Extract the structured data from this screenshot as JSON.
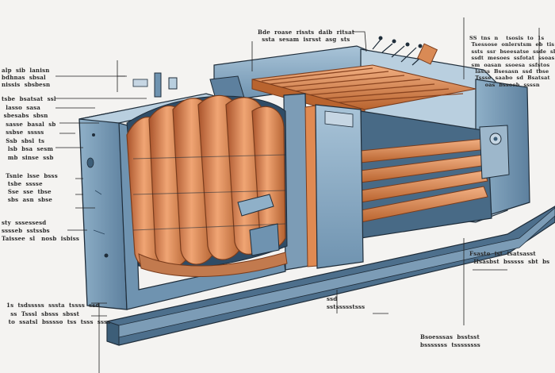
{
  "diagram": {
    "subject": "cutaway illustration of an electrical transformer / inductor assembly",
    "colors": {
      "background": "#f4f3f1",
      "housing_blue": "#8fb0c8",
      "housing_dark": "#3d5e78",
      "copper": "#d98a55",
      "copper_dark": "#9b4e28",
      "outline": "#1f2d3a"
    },
    "callouts": [
      {
        "id": "top-center",
        "text": "Bde  roase  rissts  daib  ritsat\n  ssta  sesam  isrsst  asg  sts"
      },
      {
        "id": "top-right",
        "text": "SS  tns  n    tsosis  to  1s\n Tsessose  onlerstsm  eb  tis\n ssts  ssr  bseesatse  ssde  sb\n ssdt  mesoes  ssfotat  ssoas\n sm  oasan  ssoesa  ssfstos\n   lasss  Bsesasn  ssd  tbse\n   Tssse  saabo  sd  Bsatsat\n        oas  bssoeb  ssssn"
      },
      {
        "id": "left-1",
        "text": "alp  sib  lanisn\nbdhnas  sbsal\nnissis  sbsbesn"
      },
      {
        "id": "left-2",
        "text": "tsbe  bsatsat  ssl\n  lasso  sasa\n sbesabs  sbsn\n  sasse  basal  sb\n  ssbse  sssss\n  Ssb  sbsl  ts\n   lsb  bsa  sesm\n   mb  sinse  ssb"
      },
      {
        "id": "left-3",
        "text": "  Tsnie  lsse  bsss\n   tsbe  sssse\n   Sse  sse  tbse\n   sbs  asn  sbse"
      },
      {
        "id": "left-4",
        "text": "sty  sssessesd\nsssseb  sstssbs\nTaissee  sl   nosb  isbiss"
      },
      {
        "id": "bottom-left",
        "text": "1s  tsdsssss  sssta  tssss  ssd\n  ss  Tsssl  sbsss  sbsst\n to  ssatsl  bsssso  tss  tsss  ssss"
      },
      {
        "id": "right-mid",
        "text": "Fsasto  ist  tsatsasst\n  Hsasbst  bsssss  sbt  bs"
      },
      {
        "id": "bottom-right",
        "text": "Bsoesssas  bsstsst\nbsssssss  tssssssss"
      },
      {
        "id": "bottom-mid",
        "text": "ssd\nsstssssstsss"
      }
    ]
  }
}
